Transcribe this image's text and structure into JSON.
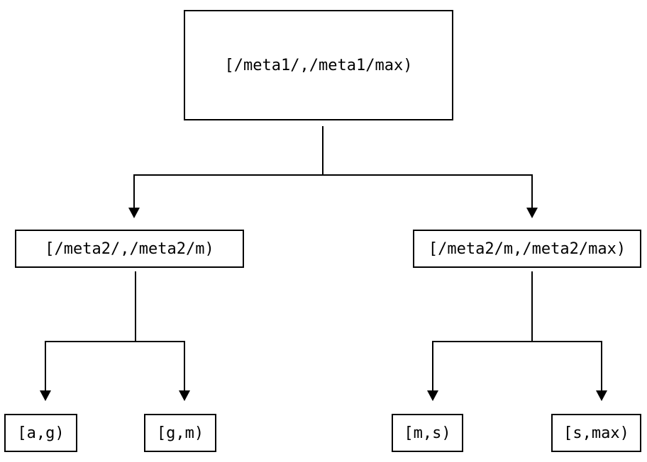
{
  "diagram": {
    "type": "binary-interval-tree",
    "background_color": "#ffffff",
    "line_color": "#000000",
    "box_border_color": "#000000",
    "box_fill_color": "#ffffff",
    "text_color": "#000000",
    "nodes": [
      {
        "id": "root",
        "level": 0,
        "label": "[/meta1/,/meta1/max)"
      },
      {
        "id": "left-mid",
        "level": 1,
        "label": "[/meta2/,/meta2/m)"
      },
      {
        "id": "right-mid",
        "level": 1,
        "label": "[/meta2/m,/meta2/max)"
      },
      {
        "id": "leaf-ag",
        "level": 2,
        "label": "[a,g)"
      },
      {
        "id": "leaf-gm",
        "level": 2,
        "label": "[g,m)"
      },
      {
        "id": "leaf-ms",
        "level": 2,
        "label": "[m,s)"
      },
      {
        "id": "leaf-smax",
        "level": 2,
        "label": "[s,max)"
      }
    ],
    "edges": [
      {
        "from": "root",
        "to": "left-mid",
        "arrow": "down"
      },
      {
        "from": "root",
        "to": "right-mid",
        "arrow": "down"
      },
      {
        "from": "left-mid",
        "to": "leaf-ag",
        "arrow": "down"
      },
      {
        "from": "left-mid",
        "to": "leaf-gm",
        "arrow": "down"
      },
      {
        "from": "right-mid",
        "to": "leaf-ms",
        "arrow": "down"
      },
      {
        "from": "right-mid",
        "to": "leaf-smax",
        "arrow": "down"
      }
    ]
  }
}
